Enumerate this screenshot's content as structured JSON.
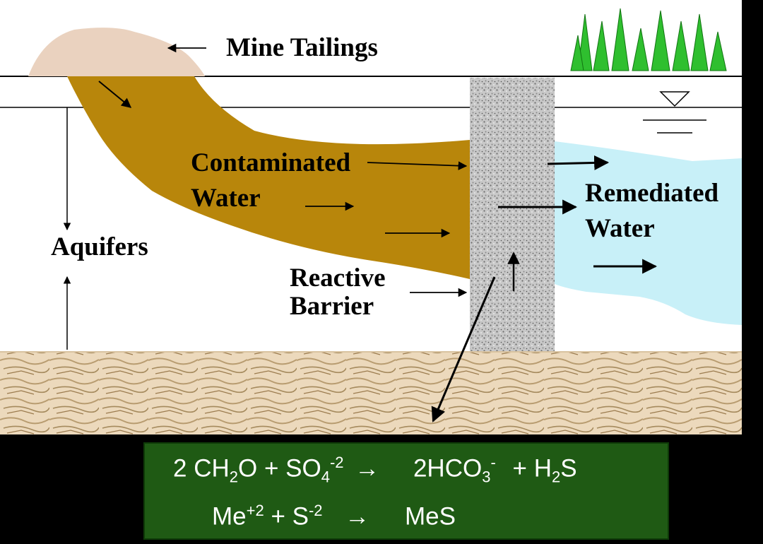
{
  "labels": {
    "mine_tailings": "Mine Tailings",
    "contaminated_water": [
      "Contaminated",
      "Water"
    ],
    "remediated_water": [
      "Remediated",
      "Water"
    ],
    "aquifers": "Aquifers",
    "reactive_barrier": [
      "Reactive",
      "Barrier"
    ]
  },
  "equations": {
    "line1": {
      "a_num": "2 CH",
      "a_sub": "2",
      "a_rest": "O + SO",
      "a_sub2": "4",
      "a_sup": "-2",
      "arrow": "→",
      "b_num": "2HCO",
      "b_sub": "3",
      "b_sup": "-",
      "b_plus": "+ H",
      "b_sub2": "2",
      "b_rest": "S"
    },
    "line2": {
      "a_num": "Me",
      "a_sup": "+2",
      "a_plus": "+ S",
      "a_sup2": "-2",
      "arrow": "→",
      "b": "MeS"
    }
  },
  "colors": {
    "contaminated": "#b8860b",
    "remediated": "#c8f0f8",
    "bedrock": "#ecd9bc",
    "equation_bg": "#1f5a14"
  }
}
